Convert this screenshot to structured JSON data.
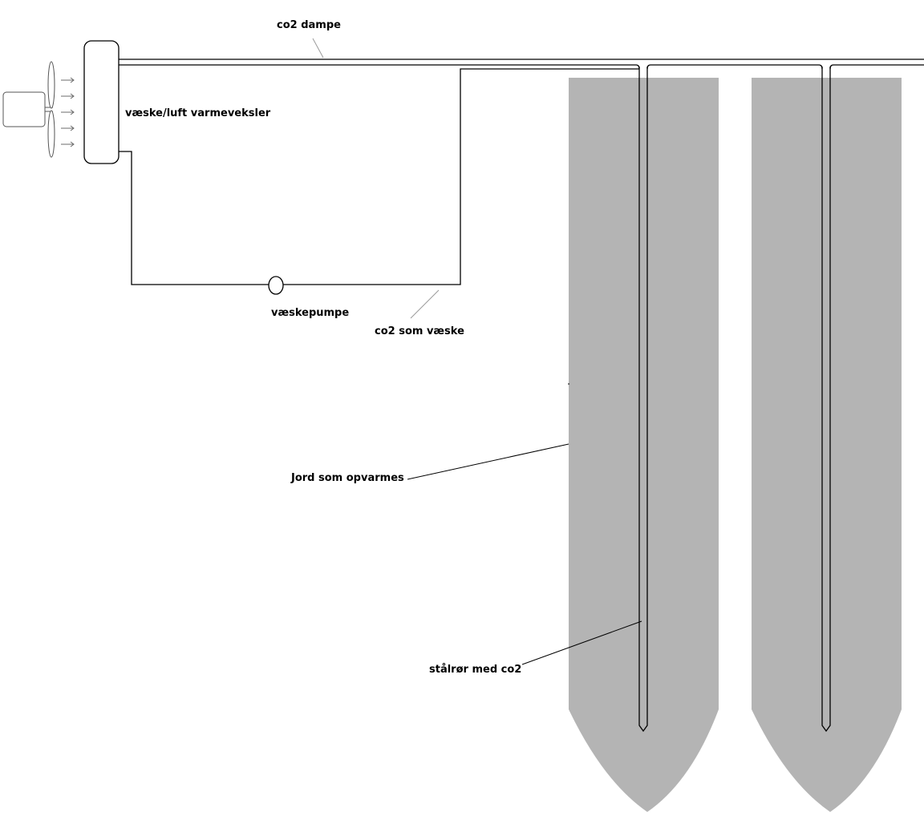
{
  "labels": {
    "vapor": "co2 dampe",
    "heat_exchanger": "væske/luft varmeveksler",
    "pump": "væskepumpe",
    "liquid": "co2 som væske",
    "soil": "Jord som opvarmes",
    "steel_pipe": "stålrør med co2"
  },
  "colors": {
    "soil": "#b4b4b4",
    "line": "#000000",
    "arrow": "#6b6b6b"
  }
}
